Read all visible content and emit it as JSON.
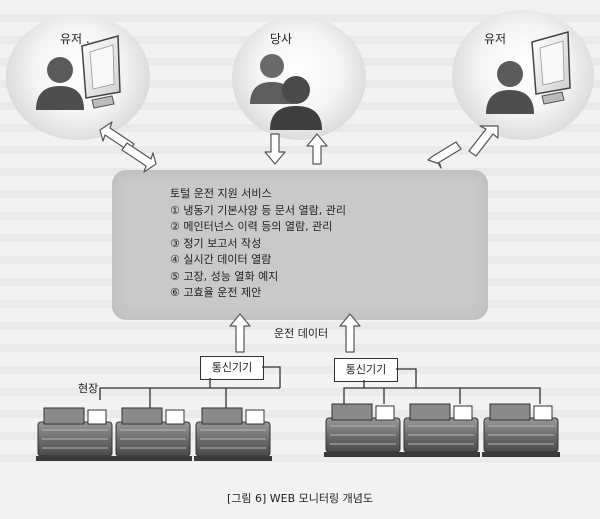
{
  "actors": [
    {
      "label": "유저 ."
    },
    {
      "label": "당사"
    },
    {
      "label": "유저"
    }
  ],
  "service": {
    "title": "토털 운전 지원 서비스",
    "items": [
      "① 냉동기 기본사양 등 문서 열람, 관리",
      "② 메인터넌스 이력 등의 열람, 관리",
      "③ 정기 보고서 작성",
      "④ 실시간 데이터 열람",
      "⑤ 고장, 성능 열화 예지",
      "⑥ 고효율 운전 제안"
    ]
  },
  "ops_data_label": "운전 데이터",
  "comm_devices": [
    "통신기기",
    "통신기기"
  ],
  "site_label": "현장",
  "caption": "[그림 6] WEB 모니터링 개념도"
}
